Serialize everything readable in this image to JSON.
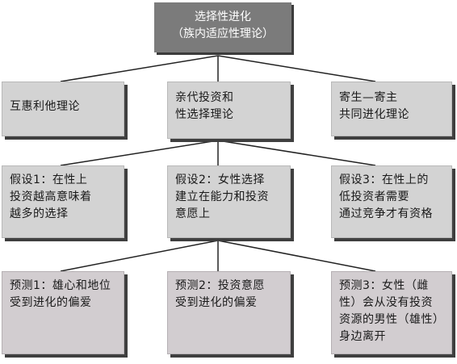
{
  "diagram": {
    "root": {
      "line1": "选择性进化",
      "line2": "（族内适应性理论）"
    },
    "theories": [
      {
        "lines": [
          "互惠利他理论"
        ]
      },
      {
        "lines": [
          "亲代投资和",
          "性选择理论"
        ]
      },
      {
        "lines": [
          "寄生—寄主",
          "共同进化理论"
        ]
      }
    ],
    "hypotheses": [
      {
        "lines": [
          "假设1：在性上",
          "投资越高意味着",
          "越多的选择"
        ]
      },
      {
        "lines": [
          "假设2：女性选择",
          "建立在能力和投资",
          "意愿上"
        ]
      },
      {
        "lines": [
          "假设3：在性上的",
          "低投资者需要",
          "通过竞争才有资格"
        ]
      }
    ],
    "predictions": [
      {
        "lines": [
          "预测1：雄心和地位",
          "受到进化的偏爱"
        ]
      },
      {
        "lines": [
          "预测2：投资意愿",
          "受到进化的偏爱"
        ]
      },
      {
        "lines": [
          "预测3：女性（雌",
          "性）会从没有投资",
          "资源的男性（雄性）",
          "身边离开"
        ]
      }
    ]
  }
}
